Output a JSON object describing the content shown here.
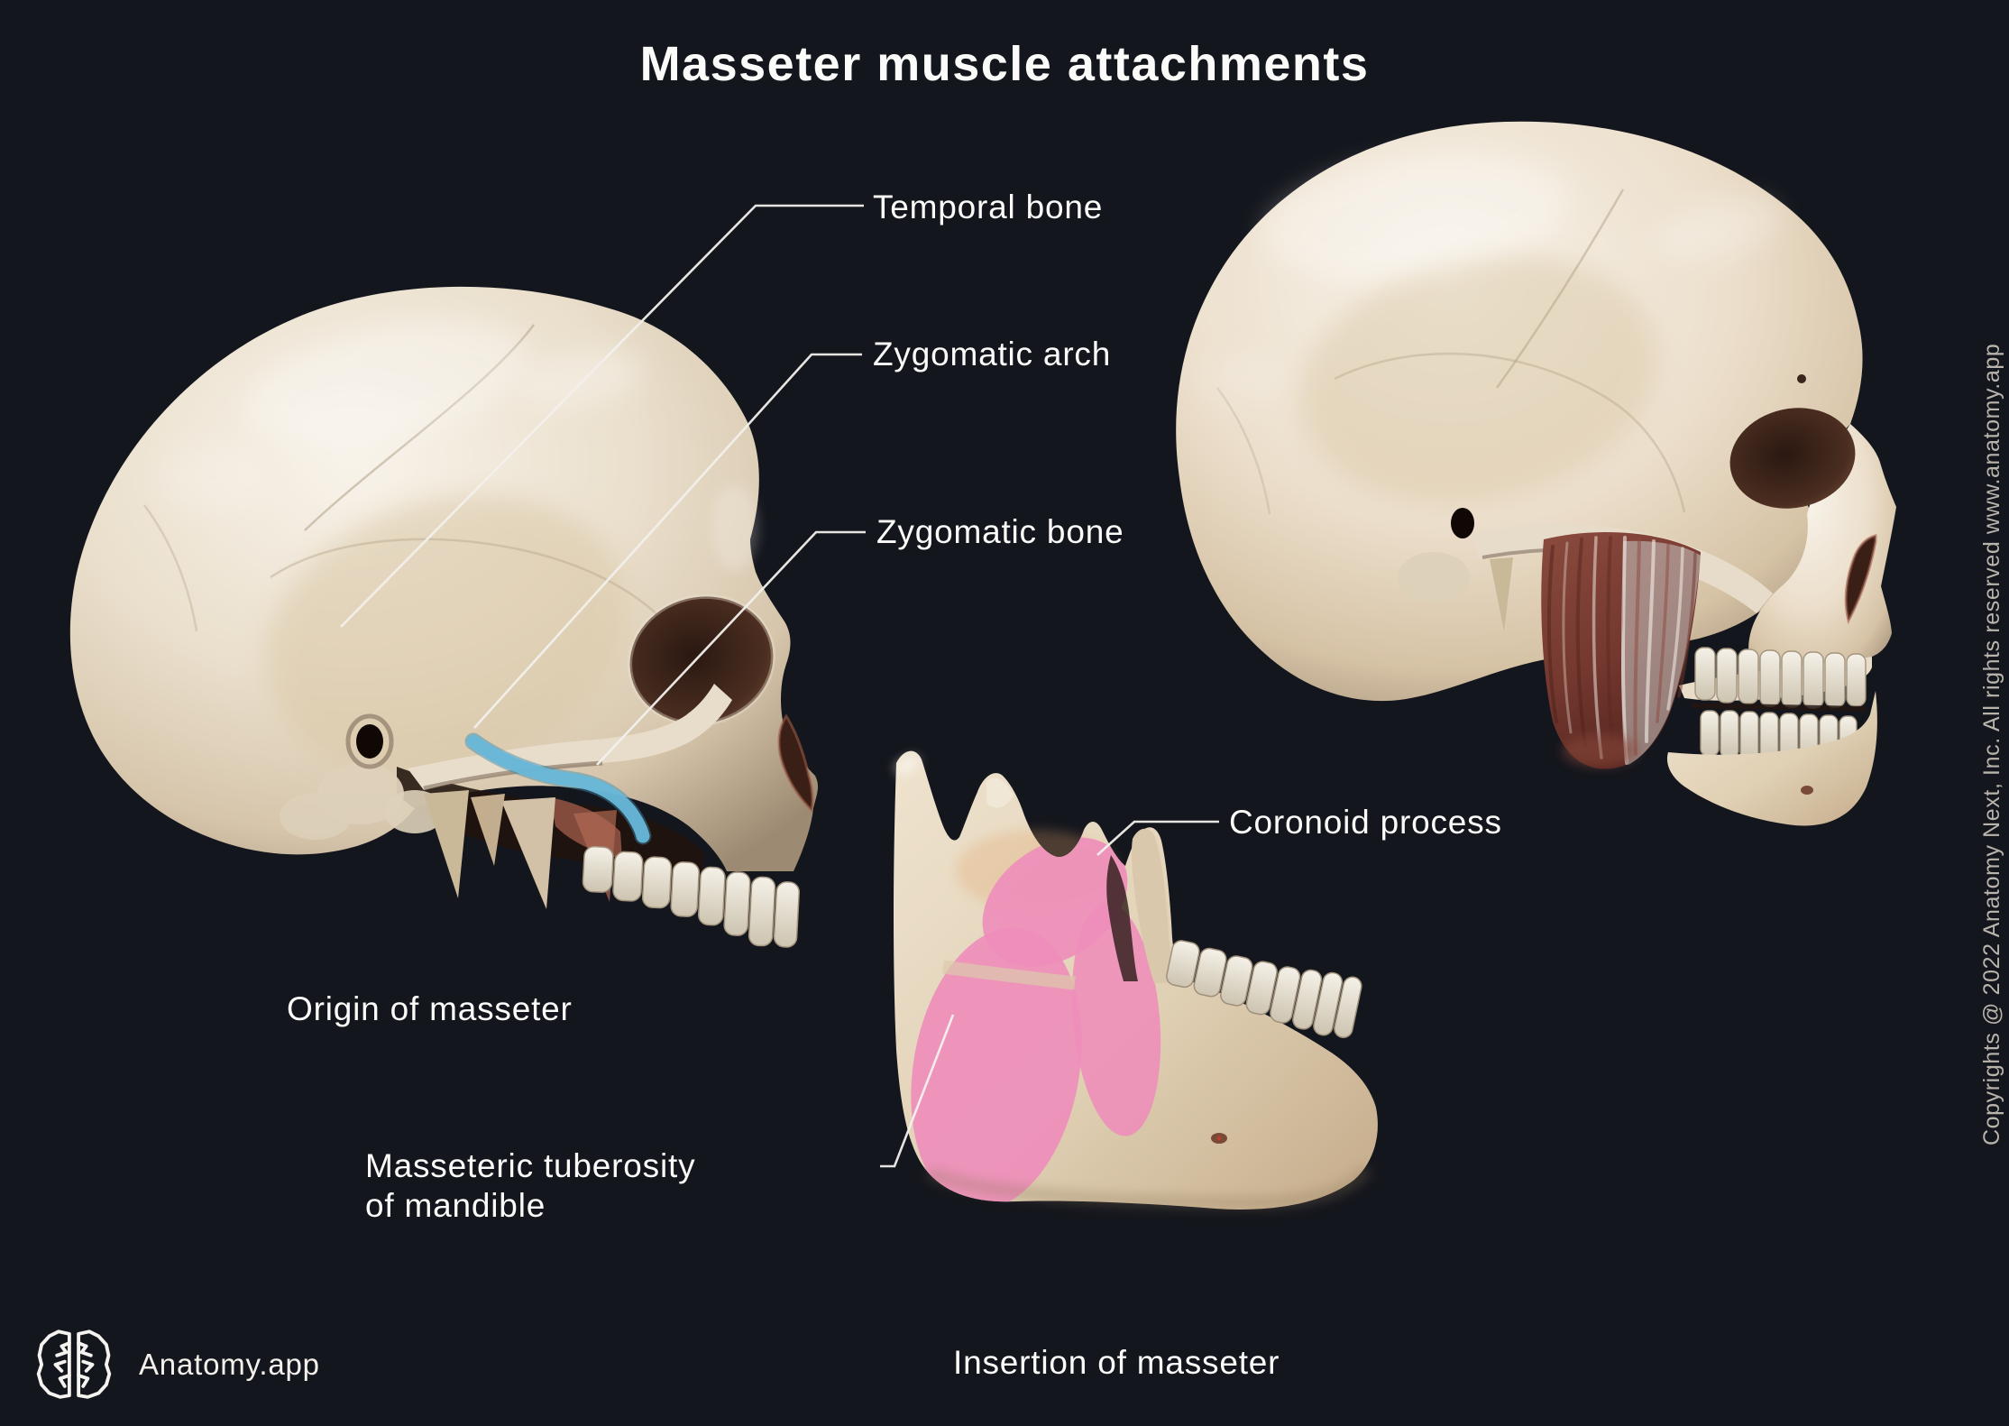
{
  "title": "Masseter muscle attachments",
  "labels": {
    "temporal_bone": "Temporal bone",
    "zygomatic_arch": "Zygomatic arch",
    "zygomatic_bone": "Zygomatic bone",
    "coronoid_process": "Coronoid process",
    "masseteric_tuberosity": "Masseteric tuberosity",
    "masseteric_tuberosity_line2": "of mandible"
  },
  "captions": {
    "origin": "Origin of masseter",
    "insertion": "Insertion of masseter"
  },
  "branding": {
    "app_name": "Anatomy.app",
    "logo_icon": "brain-logo-icon"
  },
  "copyright": "Copyrights @ 2022 Anatomy Next, Inc. All rights reserved www.anatomy.app",
  "colors": {
    "background": "#14161d",
    "label_text": "#fbfbfa",
    "leader_line": "#f2f0ed",
    "origin_highlight": "#68b7d8",
    "insertion_highlight": "#ee8dba",
    "muscle": "#74382f",
    "bone_light": "#f2ecdf",
    "bone_shadow": "#9c8a72",
    "copyright_text": "#b8b3ab"
  }
}
